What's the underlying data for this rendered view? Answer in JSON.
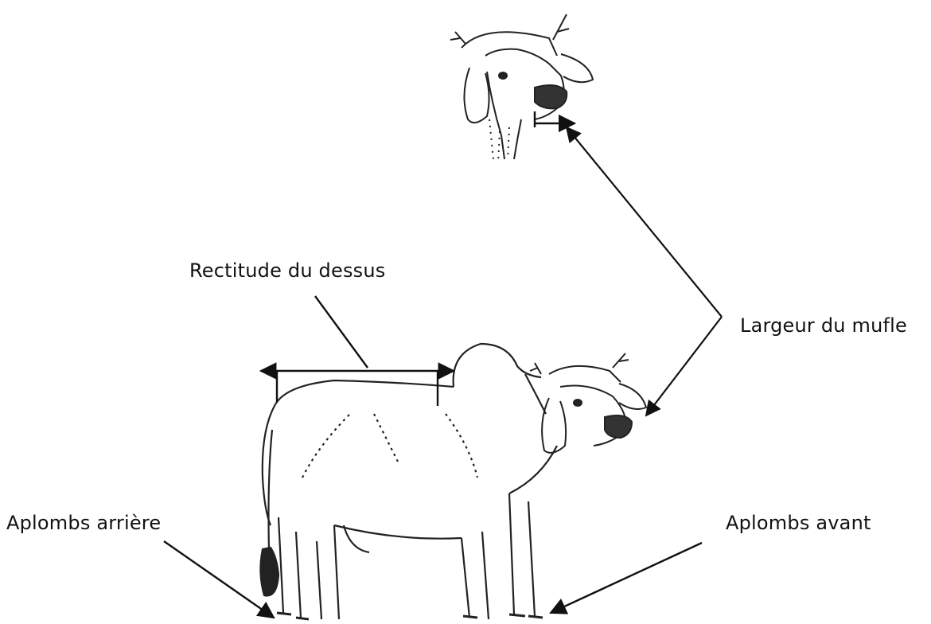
{
  "labels": {
    "rectitude": "Rectitude du dessus",
    "largeur": "Largeur du mufle",
    "aplombs_arriere": "Aplombs arrière",
    "aplombs_avant": "Aplombs avant"
  },
  "colors": {
    "ink": "#111111",
    "background": "#ffffff"
  }
}
